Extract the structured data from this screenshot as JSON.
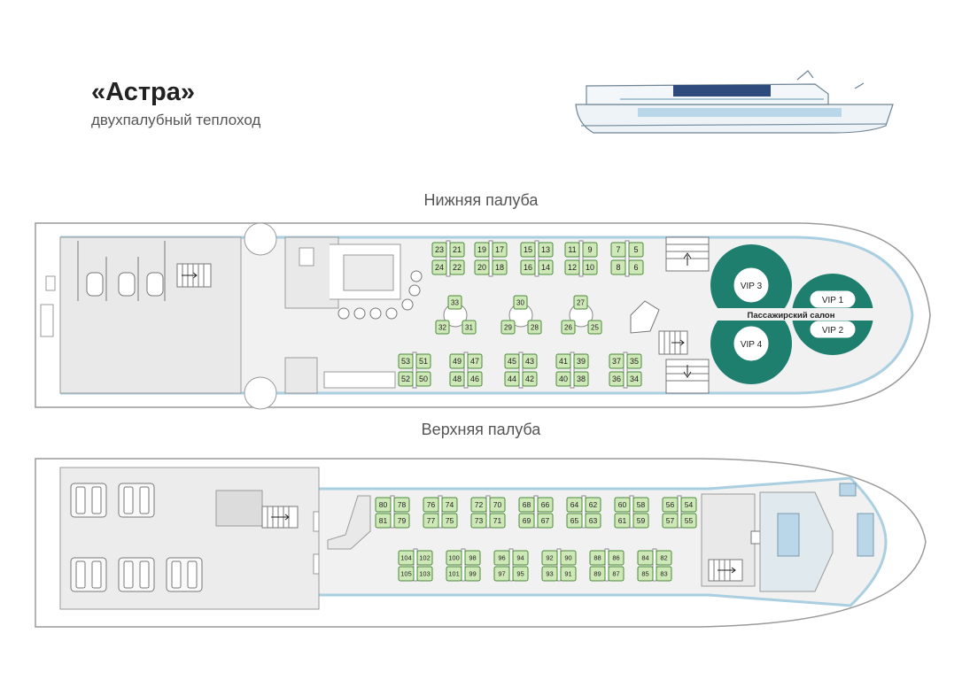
{
  "header": {
    "title": "«Астра»",
    "subtitle": "двухпалубный теплоход"
  },
  "decks": {
    "lower": {
      "label": "Нижняя палуба",
      "salon_label": "Пассажирский салон",
      "vip": [
        "VIP 1",
        "VIP 2",
        "VIP 3",
        "VIP 4"
      ],
      "seat_pairs": [
        [
          "23",
          "24"
        ],
        [
          "21",
          "22"
        ],
        [
          "19",
          "20"
        ],
        [
          "17",
          "18"
        ],
        [
          "15",
          "16"
        ],
        [
          "13",
          "14"
        ],
        [
          "11",
          "12"
        ],
        [
          "9",
          "10"
        ],
        [
          "7",
          "8"
        ],
        [
          "5",
          "6"
        ],
        [
          "53",
          "52"
        ],
        [
          "51",
          "50"
        ],
        [
          "49",
          "48"
        ],
        [
          "47",
          "46"
        ],
        [
          "45",
          "44"
        ],
        [
          "43",
          "42"
        ],
        [
          "41",
          "40"
        ],
        [
          "39",
          "38"
        ],
        [
          "37",
          "36"
        ],
        [
          "35",
          "34"
        ]
      ],
      "round_tables": [
        [
          "33",
          "32",
          "31"
        ],
        [
          "30",
          "29",
          "28"
        ],
        [
          "27",
          "26",
          "25"
        ]
      ]
    },
    "upper": {
      "label": "Верхняя палуба",
      "seat_pairs": [
        [
          "80",
          "81"
        ],
        [
          "78",
          "79"
        ],
        [
          "76",
          "77"
        ],
        [
          "74",
          "75"
        ],
        [
          "72",
          "73"
        ],
        [
          "70",
          "71"
        ],
        [
          "68",
          "69"
        ],
        [
          "66",
          "67"
        ],
        [
          "64",
          "65"
        ],
        [
          "62",
          "63"
        ],
        [
          "60",
          "61"
        ],
        [
          "58",
          "59"
        ],
        [
          "56",
          "57"
        ],
        [
          "54",
          "55"
        ],
        [
          "104",
          "105"
        ],
        [
          "102",
          "103"
        ],
        [
          "100",
          "101"
        ],
        [
          "98",
          "99"
        ],
        [
          "96",
          "97"
        ],
        [
          "94",
          "95"
        ],
        [
          "92",
          "93"
        ],
        [
          "90",
          "91"
        ],
        [
          "88",
          "89"
        ],
        [
          "86",
          "87"
        ],
        [
          "84",
          "85"
        ],
        [
          "82",
          "83"
        ]
      ]
    }
  },
  "colors": {
    "seat_fill": "#cfe8b8",
    "seat_stroke": "#4a8a3a",
    "vip_fill": "#1f7f6f",
    "window_line": "#a9cfe0",
    "hull_line": "#8a8a8a",
    "room_fill": "#ececec"
  }
}
